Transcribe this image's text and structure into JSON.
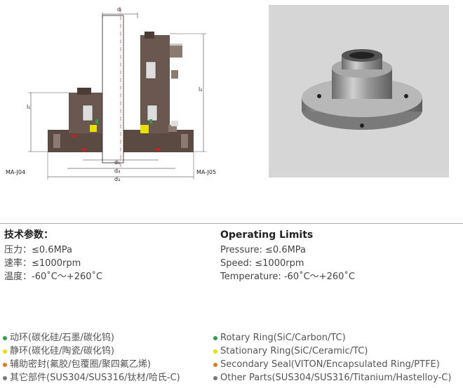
{
  "drawing": {
    "dims": {
      "d": "d",
      "l1": "l₁",
      "l2": "l₂",
      "d1": "d₁",
      "d4": "d₄",
      "d3": "d₃"
    },
    "left_label": "MA-J04",
    "right_label": "MA-J05"
  },
  "specs_cn": {
    "title": "技术参数：",
    "rows": [
      "压力：≤0.6MPa",
      "速率：≤1000rpm",
      "温度：-60˚C～+260˚C"
    ]
  },
  "specs_en": {
    "title": "Operating Limits",
    "rows": [
      "Pressure:  ≤0.6MPa",
      "Speed:  ≤1000rpm",
      "Temperature:  -60˚C～+260˚C"
    ]
  },
  "legend_cn": [
    {
      "text": "动环(碳化硅/石墨/碳化钨)",
      "color": "#2e9e48"
    },
    {
      "text": "静环(碳化硅/陶瓷/碳化钨)",
      "color": "#e8e000"
    },
    {
      "text": "辅助密封(氟胶/包覆圈/聚四氟乙烯)",
      "color": "#e07a1a"
    },
    {
      "text": "其它部件(SUS304/SUS316/钛材/哈氏-C)",
      "color": "#777777"
    }
  ],
  "legend_en": [
    {
      "text": "Rotary  Ring(SiC/Carbon/TC)",
      "color": "#2e9e48"
    },
    {
      "text": "Stationary  Ring(SiC/Ceramic/TC)",
      "color": "#e8e000"
    },
    {
      "text": "Secondary  Seal(VITON/Encapsulated Ring/PTFE)",
      "color": "#e07a1a"
    },
    {
      "text": "Other  Parts(SUS304/SUS316/Titanium/Hastelloy-C)",
      "color": "#777777"
    }
  ]
}
